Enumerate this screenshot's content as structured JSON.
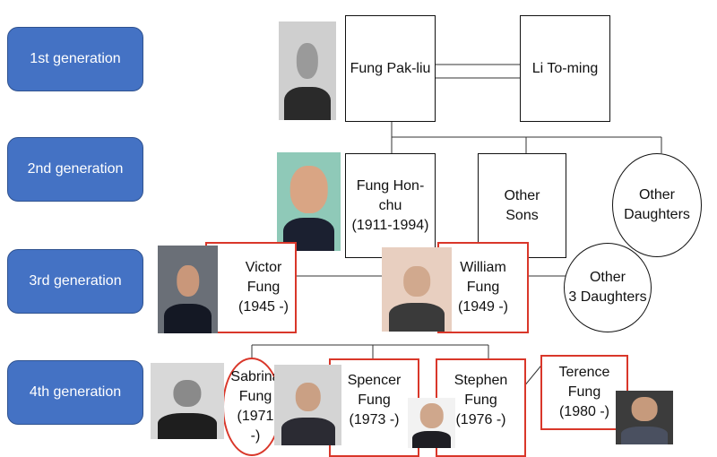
{
  "generations": [
    "1st generation",
    "2nd generation",
    "3rd generation",
    "4th generation"
  ],
  "people": {
    "fung_pak_liu": "Fung Pak-liu",
    "li_to_ming": "Li To-ming",
    "fung_hon_chu": "Fung Hon-\nchu\n(1911-1994)",
    "other_sons": "Other\nSons",
    "other_daughters": "Other\nDaughters",
    "victor": "Victor\nFung\n(1945 -)",
    "william": "William\nFung\n(1949 -)",
    "other_3_daughters": "Other\n3 Daughters",
    "sabrina": "Sabrina\nFung\n(1971 -)",
    "spencer": "Spencer\nFung\n(1973 -)",
    "stephen": "Stephen\nFung\n(1976 -)",
    "terence": "Terence\nFung\n(1980 -)"
  },
  "colors": {
    "generation_fill": "#4472C4",
    "highlight_border": "#d9372a"
  }
}
